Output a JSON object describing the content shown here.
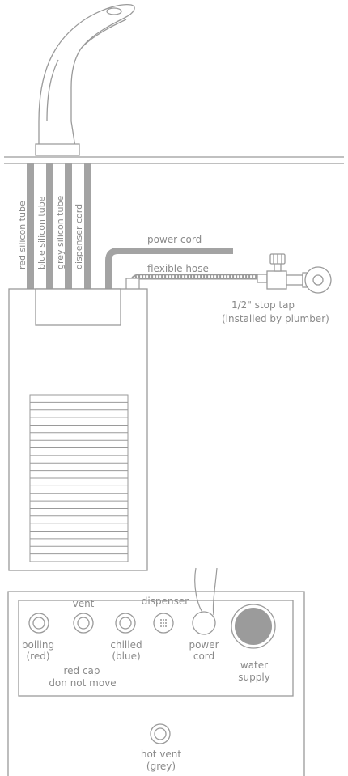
{
  "colors": {
    "line": "#9a9a9a",
    "tube": "#a3a3a3",
    "text": "#8a8a8a",
    "fill": "#ffffff",
    "water_supply_fill": "#9b9b9b"
  },
  "icons": [
    "tap-icon",
    "stop-tap-icon",
    "flexible-hose-icon",
    "vent-grille-icon"
  ],
  "tubes": {
    "red": "red silicon tube",
    "blue": "blue silicon tube",
    "grey": "grey silicon tube",
    "cord": "dispenser cord"
  },
  "top": {
    "power_cord": "power cord",
    "flexible_hose": "flexible hose",
    "stop_tap_line1": "1/2\" stop tap",
    "stop_tap_line2": "(installed by plumber)"
  },
  "panel": {
    "vent": "vent",
    "dispenser": "dispenser",
    "boiling": "boiling",
    "boiling_sub": "(red)",
    "chilled": "chilled",
    "chilled_sub": "(blue)",
    "power": "power",
    "power_sub": "cord",
    "water": "water",
    "water_sub": "supply",
    "red_cap_line1": "red cap",
    "red_cap_line2": "don not move",
    "hot_vent": "hot vent",
    "hot_vent_sub": "(grey)"
  }
}
